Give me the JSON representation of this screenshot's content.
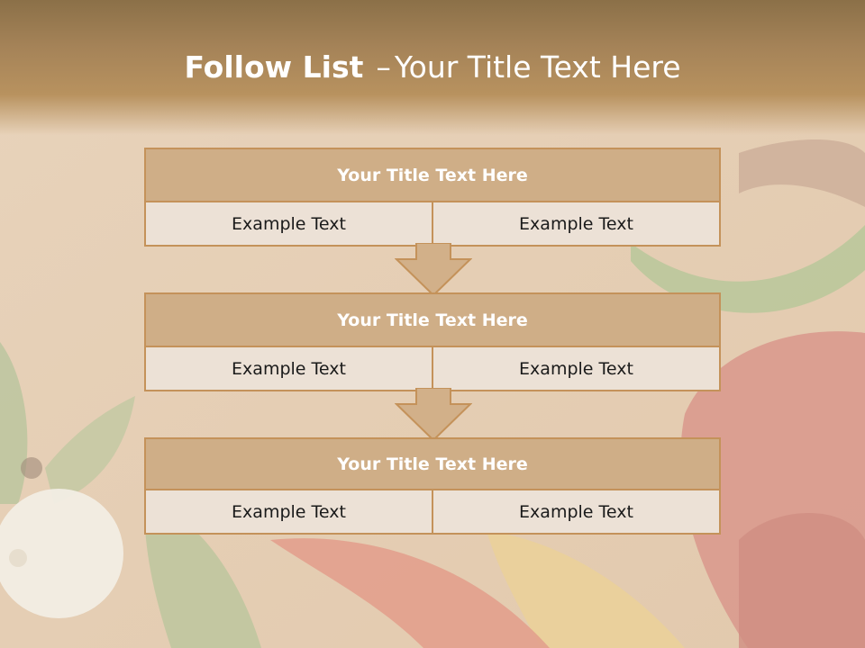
{
  "slide": {
    "title_bold": "Follow List",
    "title_dash": "–",
    "title_rest": "Your Title Text Here"
  },
  "blocks": [
    {
      "title": "Your Title Text Here",
      "left": "Example Text",
      "right": "Example Text"
    },
    {
      "title": "Your Title Text Here",
      "left": "Example Text",
      "right": "Example Text"
    },
    {
      "title": "Your Title Text Here",
      "left": "Example Text",
      "right": "Example Text"
    }
  ],
  "colors": {
    "header": "#a58358",
    "block_head": "#cfae87",
    "block_border": "#c4925a",
    "cell_bg": "#ece1d6"
  }
}
